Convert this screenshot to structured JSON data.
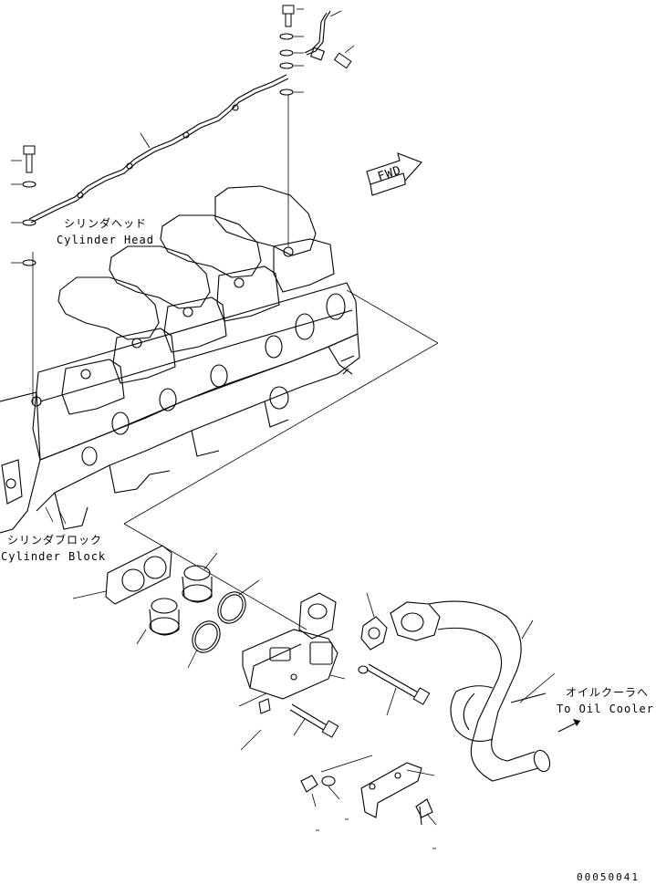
{
  "labels": {
    "cylinder_head_jp": "シリンダヘッド",
    "cylinder_head_en": "Cylinder Head",
    "cylinder_block_jp": "シリンダブロック",
    "cylinder_block_en": "Cylinder Block",
    "oil_cooler_jp": "オイルクーラへ",
    "oil_cooler_en": "To Oil Cooler",
    "fwd": "FWD",
    "reference_number": "00050041"
  }
}
